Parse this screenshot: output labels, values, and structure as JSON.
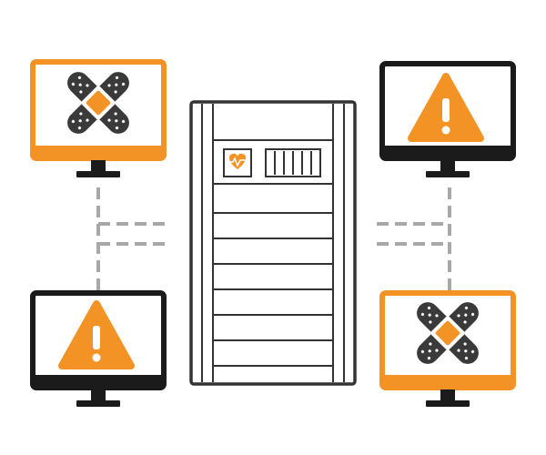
{
  "colors": {
    "accent": "#F39325",
    "outline": "#1b1b1b",
    "connector": "#a8a8a8",
    "background": "#ffffff",
    "bandage": "#3a3a3a"
  },
  "monitors": [
    {
      "id": "top-left",
      "state": "patched",
      "icon": "bandage-icon"
    },
    {
      "id": "top-right",
      "state": "warning",
      "icon": "warning-icon"
    },
    {
      "id": "bottom-left",
      "state": "warning",
      "icon": "warning-icon"
    },
    {
      "id": "bottom-right",
      "state": "patched",
      "icon": "bandage-icon"
    }
  ],
  "server": {
    "icons": [
      "heartbeat-icon",
      "vent-grille-icon"
    ],
    "drive_bays": 7
  },
  "connectors": {
    "style": "dashed"
  }
}
